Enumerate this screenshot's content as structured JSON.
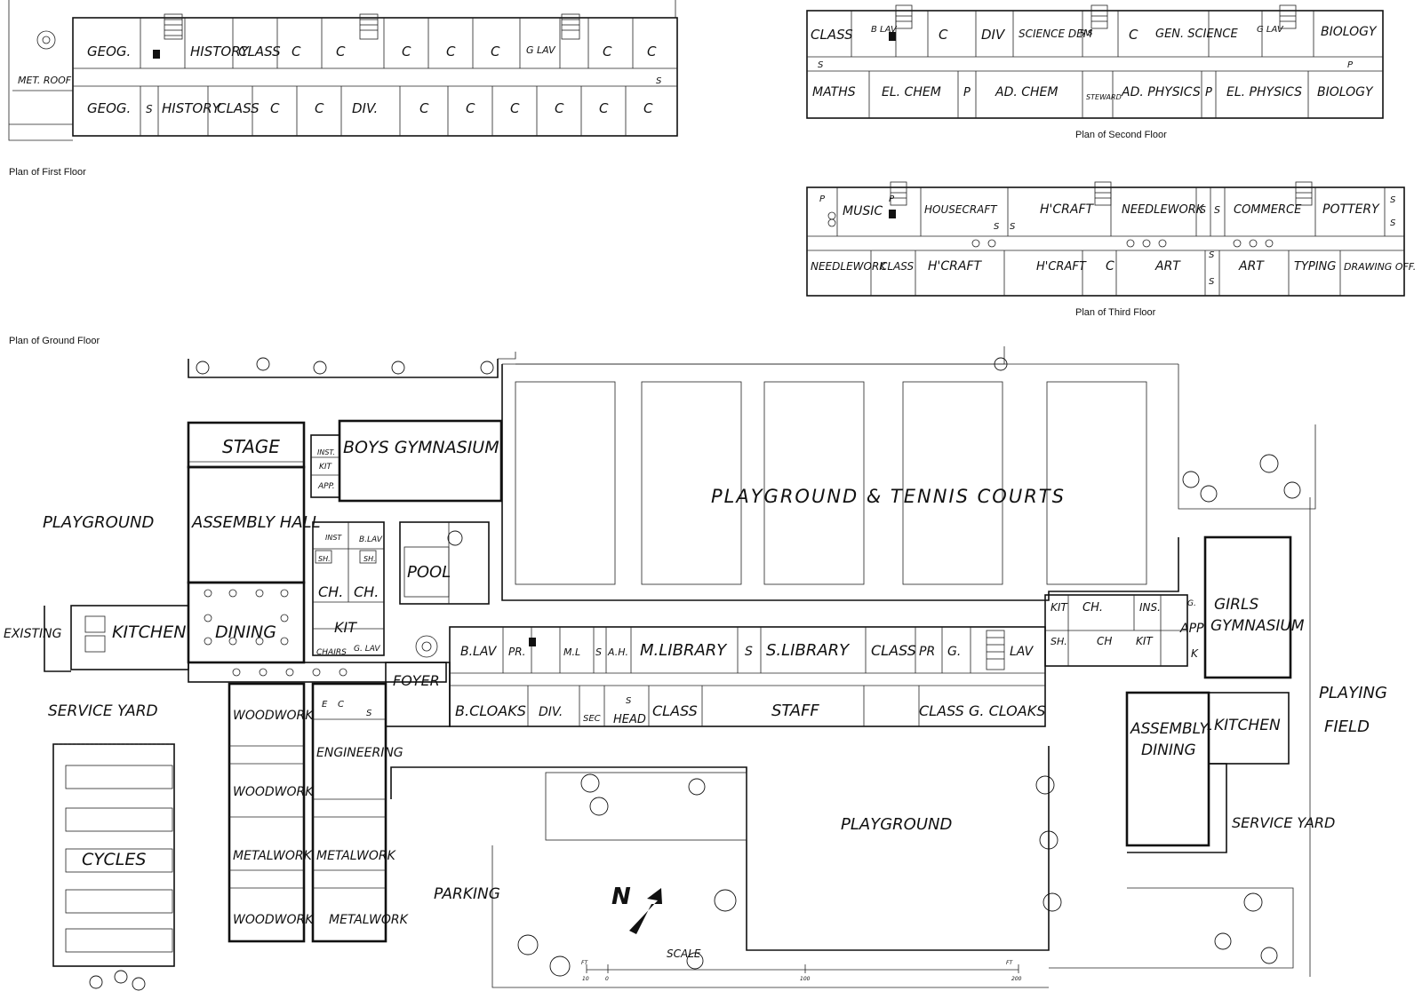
{
  "captions": {
    "first_floor": "Plan of First Floor",
    "second_floor": "Plan of Second Floor",
    "third_floor": "Plan of Third Floor",
    "ground_floor": "Plan of Ground Floor"
  },
  "first_floor": {
    "met_roof": "MET. ROOF",
    "rooms": [
      "GEOG.",
      "HISTORY",
      "CLASS",
      "C",
      "C",
      "C",
      "C",
      "C",
      "G LAV",
      "C",
      "C",
      "GEOG.",
      "S",
      "HISTORY",
      "CLASS",
      "C",
      "C",
      "DIV.",
      "C",
      "C",
      "C",
      "C",
      "C",
      "C",
      "S"
    ]
  },
  "second_floor": {
    "rooms": [
      "CLASS",
      "B LAV",
      "C",
      "DIV",
      "SCIENCE DEM",
      "S S",
      "C",
      "GEN. SCIENCE",
      "G LAV",
      "BIOLOGY",
      "S",
      "P",
      "MATHS",
      "EL. CHEM",
      "P",
      "AD. CHEM",
      "STEWARD",
      "AD. PHYSICS",
      "P",
      "EL. PHYSICS",
      "BIOLOGY"
    ]
  },
  "third_floor": {
    "rooms": [
      "P",
      "MUSIC",
      "P",
      "HOUSECRAFT",
      "H'CRAFT",
      "NEEDLEWORK",
      "S",
      "S",
      "COMMERCE",
      "POTTERY",
      "S",
      "S",
      "S",
      "S",
      "S",
      "NEEDLEWORK",
      "CLASS",
      "H'CRAFT",
      "H'CRAFT",
      "C",
      "ART",
      "ART",
      "TYPING",
      "DRAWING OFF.",
      "S"
    ]
  },
  "ground_floor": {
    "stage": "STAGE",
    "boys_gym": "BOYS GYMNASIUM",
    "inst": "INST.",
    "kit": "KIT",
    "app": "APP.",
    "assembly_hall": "ASSEMBLY HALL",
    "playground_w": "PLAYGROUND",
    "inst2": "INST",
    "b_lav": "B.LAV",
    "sh1": "SH.",
    "sh2": "SH.",
    "ch1": "CH.",
    "ch2": "CH.",
    "kit2": "KIT",
    "chairs": "CHAIRS",
    "g_lav": "G. LAV",
    "pool": "POOL",
    "playground_tennis": "PLAYGROUND & TENNIS COURTS",
    "existing": "EXISTING",
    "kitchen": "KITCHEN",
    "dining": "DINING",
    "foyer": "FOYER",
    "service_yard_w": "SERVICE YARD",
    "woodwork1": "WOODWORK",
    "e": "E",
    "c": "C",
    "s": "S",
    "engineering": "ENGINEERING",
    "woodwork2": "WOODWORK",
    "metalwork1": "METALWORK",
    "metalwork2": "METALWORK",
    "woodwork3": "WOODWORK",
    "metalwork3": "METALWORK",
    "cycles": "CYCLES",
    "parking": "PARKING",
    "scale": "SCALE",
    "scale_ft1": "FT",
    "scale_ft2": "FT",
    "scale_0": "0",
    "scale_10": "10",
    "scale_100": "100",
    "scale_200": "200",
    "north": "N",
    "b_lav2": "B.LAV",
    "pr1": "PR.",
    "ml": "M.L",
    "s1": "S",
    "ah": "A.H.",
    "m_library": "M.LIBRARY",
    "s2": "S",
    "s_library": "S.LIBRARY",
    "class1": "CLASS",
    "pr2": "PR",
    "g": "G.",
    "lav": "LAV",
    "b_cloaks": "B.CLOAKS",
    "div": "DIV.",
    "sec": "SEC",
    "head": "HEAD",
    "s_head": "S",
    "class2": "CLASS",
    "staff": "STAFF",
    "class3": "CLASS",
    "g_cloaks": "G. CLOAKS",
    "kit3": "KIT",
    "ch3": "CH.",
    "ins": "INS.",
    "g2": "G.",
    "sh3": "SH.",
    "ch4": "CH",
    "kit4": "KIT",
    "app2": "APP",
    "k": "K",
    "girls_gym_1": "GIRLS",
    "girls_gym_2": "GYMNASIUM",
    "assembly_dining_1": "ASSEMBLY-",
    "assembly_dining_2": "DINING",
    "kitchen2": "KITCHEN",
    "playground_s": "PLAYGROUND",
    "service_yard_e": "SERVICE YARD",
    "playing_field_1": "PLAYING",
    "playing_field_2": "FIELD"
  }
}
